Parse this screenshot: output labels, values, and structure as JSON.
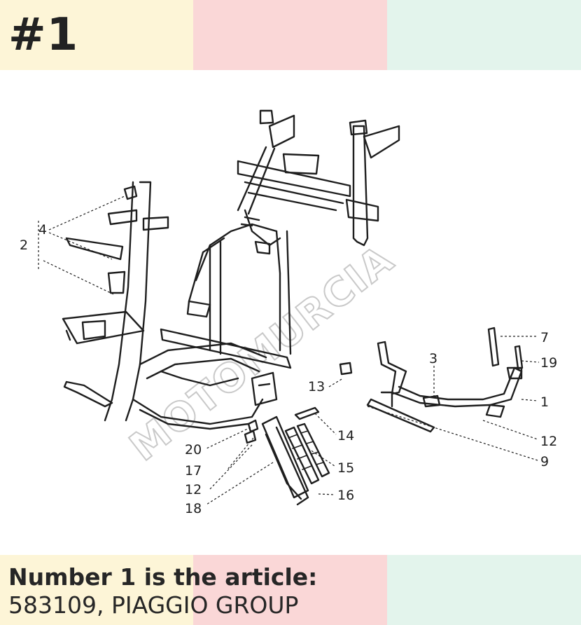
{
  "header": {
    "number_badge": "#1"
  },
  "footer": {
    "line1": "Number 1 is the article:",
    "line2": "583109, PIAGGIO GROUP"
  },
  "diagram": {
    "watermark": "MOTOMURCIA",
    "callouts": [
      "4",
      "2",
      "13",
      "3",
      "7",
      "19",
      "1",
      "14",
      "15",
      "16",
      "12",
      "9",
      "20",
      "17",
      "12",
      "18"
    ]
  },
  "colors": {
    "band_yellow": "#fdf5d7",
    "band_pink": "#fad7d7",
    "band_green": "#e3f4ec",
    "ink": "#222222"
  }
}
